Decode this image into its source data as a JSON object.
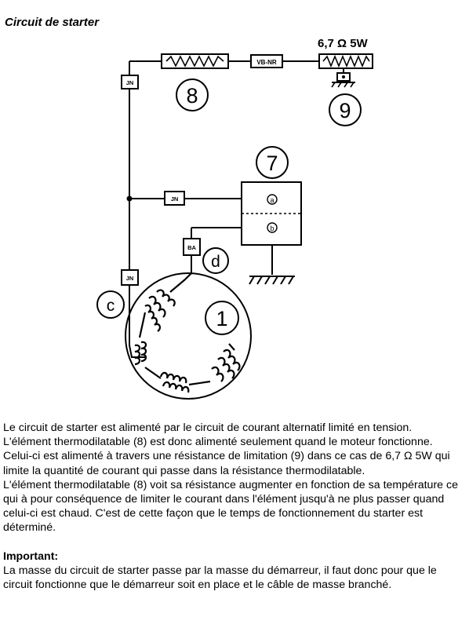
{
  "title": "Circuit de starter",
  "diagram": {
    "connector_labels": {
      "jn": "JN",
      "vb_nr": "VB-NR",
      "ba": "BA"
    },
    "rating_label": "6,7 Ω 5W",
    "numbers": {
      "n1": "1",
      "n7": "7",
      "n8": "8",
      "n9": "9"
    },
    "letters": {
      "a": "a",
      "b": "b",
      "c": "c",
      "d": "d"
    }
  },
  "paragraphs": [
    "Le circuit de starter est alimenté par le circuit de courant alternatif limité en tension.",
    "L'élément thermodilatable (8) est donc alimenté seulement quand le moteur fonctionne. Celui-ci est alimenté à travers une résistance de limitation (9) dans ce cas de 6,7 Ω 5W qui limite la quantité de courant qui passe dans la résistance thermodilatable.",
    "L'élément thermodilatable (8) voit sa résistance augmenter en fonction de sa température ce qui à pour conséquence de limiter le courant dans l'élément jusqu'à ne plus passer quand celui-ci est chaud. C'est de cette façon que le temps de fonctionnement du starter est déterminé."
  ],
  "important": {
    "title": "Important:",
    "text": "La masse du circuit de starter passe par la masse du démarreur, il faut donc pour que le circuit fonctionne que le démarreur soit en place et le câble de masse branché."
  }
}
